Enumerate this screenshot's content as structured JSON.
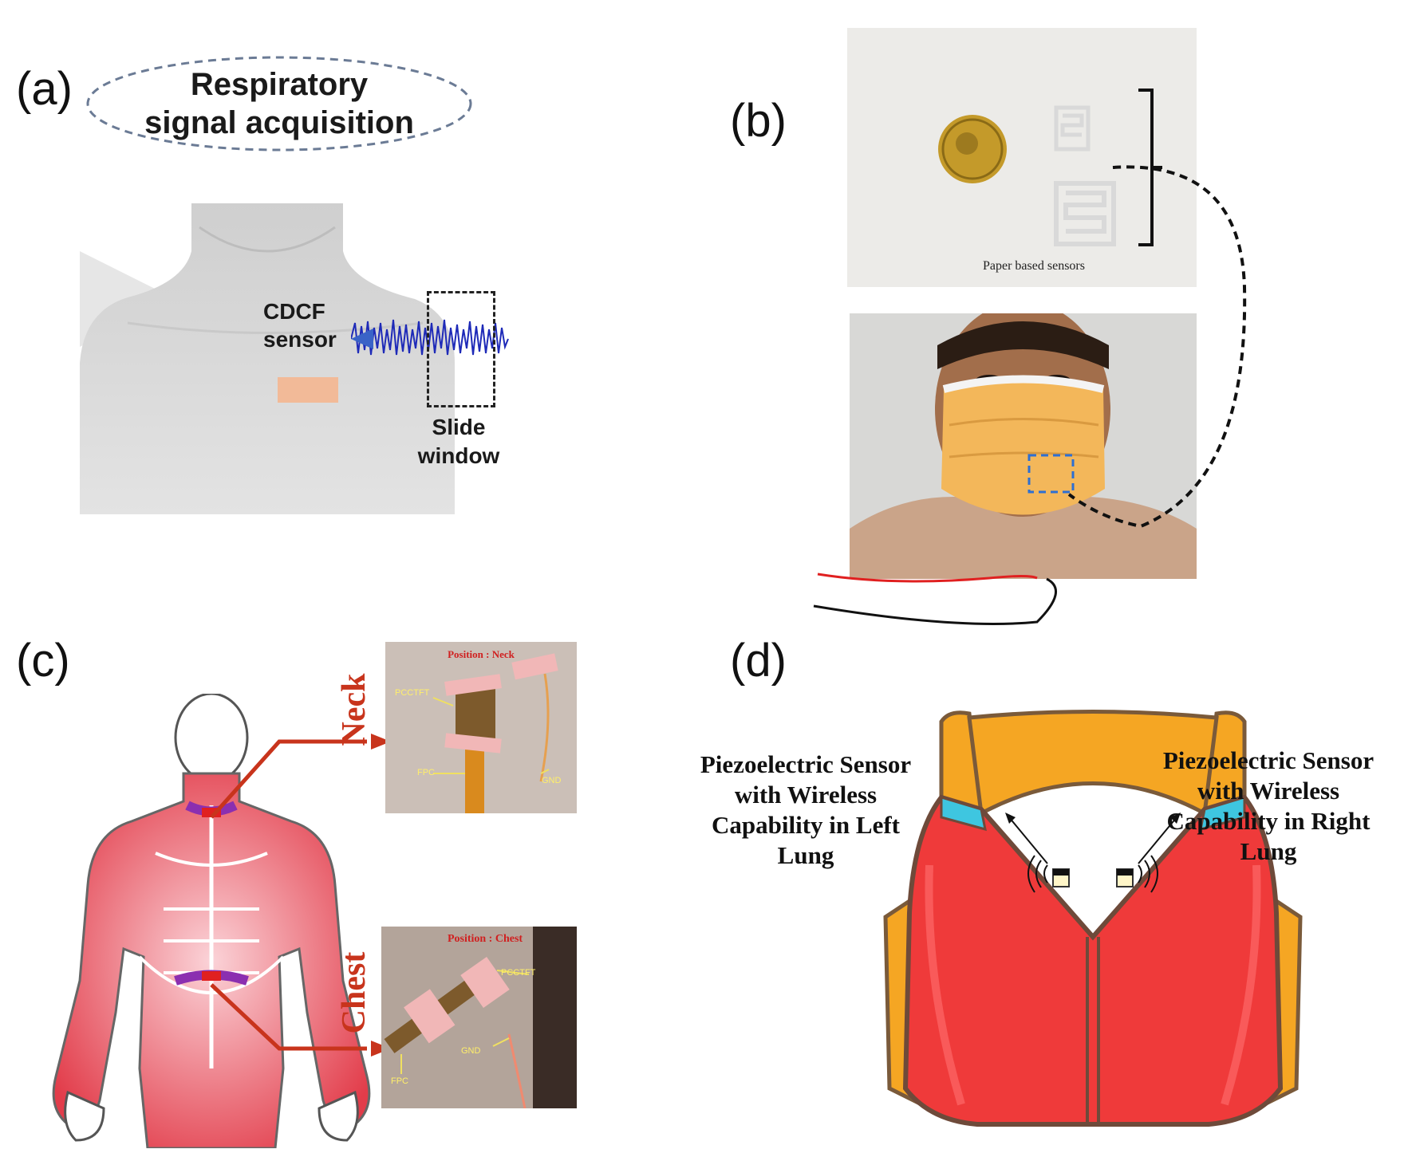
{
  "panels": {
    "a": {
      "letter": "(a)",
      "title_line1": "Respiratory",
      "title_line2": "signal acquisition",
      "sensor_line1": "CDCF",
      "sensor_line2": "sensor",
      "window_line1": "Slide",
      "window_line2": "window"
    },
    "b": {
      "letter": "(b)",
      "photo_caption": "Paper based sensors"
    },
    "c": {
      "letter": "(c)",
      "neck_label": "Neck",
      "chest_label": "Chest",
      "neck_photo_title": "Position : Neck",
      "chest_photo_title": "Position : Chest",
      "tag_pcctft": "PCCTFT",
      "tag_fpc": "FPC",
      "tag_gnd": "GND"
    },
    "d": {
      "letter": "(d)",
      "left_line1": "Piezoelectric Sensor",
      "left_line2": "with Wireless",
      "left_line3": "Capability in Left",
      "left_line4": "Lung",
      "right_line1": "Piezoelectric Sensor",
      "right_line2": "with Wireless",
      "right_line3": "Capability in Right",
      "right_line4": "Lung"
    }
  },
  "colors": {
    "muscle_red": "#e23c4a",
    "vest_red": "#ef3a3a",
    "vest_orange": "#f5a623",
    "vest_cyan": "#3ec6e0",
    "arrow_red": "#c8341c",
    "mask_orange": "#f3b75a"
  }
}
